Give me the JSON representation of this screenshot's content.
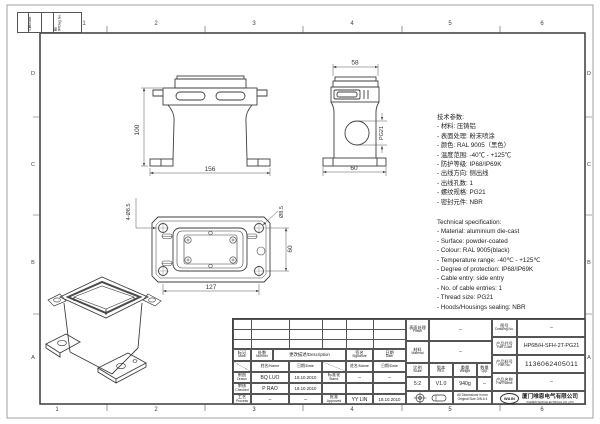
{
  "border": {
    "top": [
      "1",
      "2",
      "3",
      "4",
      "5",
      "6"
    ],
    "bottom": [
      "1",
      "2",
      "3",
      "4",
      "5",
      "6"
    ],
    "left": [
      "D",
      "C",
      "B",
      "A"
    ],
    "right": [
      "D",
      "C",
      "B",
      "A"
    ]
  },
  "fold": {
    "a": "日期/Date",
    "b": "图号/Dwg.No."
  },
  "dims": {
    "front_height": "100",
    "front_width": "156",
    "side_width_top": "58",
    "side_width_bottom": "60",
    "thread_label": "PG21",
    "mount_holes": "4-Ø8.5",
    "hole_diameter": "Ø8.5",
    "hole_spacing_v": "60",
    "hole_spacing_h": "127"
  },
  "spec_cn": {
    "title": "技术参数:",
    "lines": [
      "- 材料: 压铸铝",
      "- 表面处理: 粉末喷涂",
      "- 颜色: RAL 9005（黑色）",
      "- 温度范围: -40℃ - +125℃",
      "- 防护等级: IP68/IP69K",
      "- 出线方向: 侧出线",
      "- 出线孔数: 1",
      "- 螺纹规格: PG21",
      "- 密封元件: NBR"
    ]
  },
  "spec_en": {
    "title": "Technical specification:",
    "lines": [
      "- Material: aluminium die-cast",
      "- Surface: powder-coated",
      "- Colour: RAL 9005(black)",
      "- Temperature range: -40℃ - +125℃",
      "- Degree of protection: IP68/IP69K",
      "- Cable entry: side entry",
      "- No. of cable entries: 1",
      "- Thread size: PG21",
      "- Hoods/Housings sealing: NBR"
    ]
  },
  "title_block": {
    "mark_cn": "标记",
    "mark_en": "Mark",
    "number_cn": "处数",
    "number_en": "Number",
    "description": "更改描述/Description",
    "signature_cn": "签名",
    "signature_en": "Signature",
    "date_cn": "日期",
    "date_en": "Date",
    "name_header": "姓名/Name",
    "date_header": "日期/Date",
    "drawn_cn": "制图",
    "drawn_en": "Drawn",
    "drawn_name": "BQ LUO",
    "drawn_date": "18.10.2010",
    "stand_cn": "标准化",
    "stand_en": "Stand.",
    "stand_name": "–",
    "stand_date": "–",
    "checked_cn": "审核",
    "checked_en": "Checked",
    "checked_name": "P RAO",
    "checked_date": "18.10.2010",
    "process_cn": "工艺",
    "process_en": "Process",
    "process_name": "–",
    "process_date": "–",
    "approved_cn": "批准",
    "approved_en": "Approved",
    "approved_name": "YY LIN",
    "approved_date": "18.10.2010",
    "finish_cn": "表面处理",
    "finish_en": "Finish",
    "finish_value": "–",
    "material_cn": "材料",
    "material_en": "Material",
    "material_value": "–",
    "scale_cn": "比例",
    "scale_en": "Scale",
    "scale_value": "5:2",
    "rev_cn": "版本",
    "rev_en": "REV.",
    "rev_value": "V1.0",
    "weight_cn": "重量",
    "weight_en": "Weight",
    "weight_value": "940g",
    "qty_cn": "数量",
    "qty_en": "Qty.",
    "qty_value": "–",
    "drawing_no_cn": "图号",
    "drawing_no_en": "Drawing No.",
    "drawing_no_value": "–",
    "part_code_cn": "产品代号",
    "part_code_en": "Part Code",
    "part_code_value": "HP6B/H-SFH-2T-PG21",
    "part_no_cn": "产品料号",
    "part_no_en": "Part No.",
    "part_no_value": "1136062405011",
    "part_name_cn": "产品名称",
    "part_name_en": "Part Name",
    "part_name_value": "–",
    "note_line1": "All Dimensions in mm",
    "note_line2": "Original Size DIN A 4",
    "logo": "WAIN",
    "company_cn": "厦门唯恩电气有限公司",
    "company_en": "XIAMEN WAIN ELECTRICAL CO.,LTD"
  }
}
